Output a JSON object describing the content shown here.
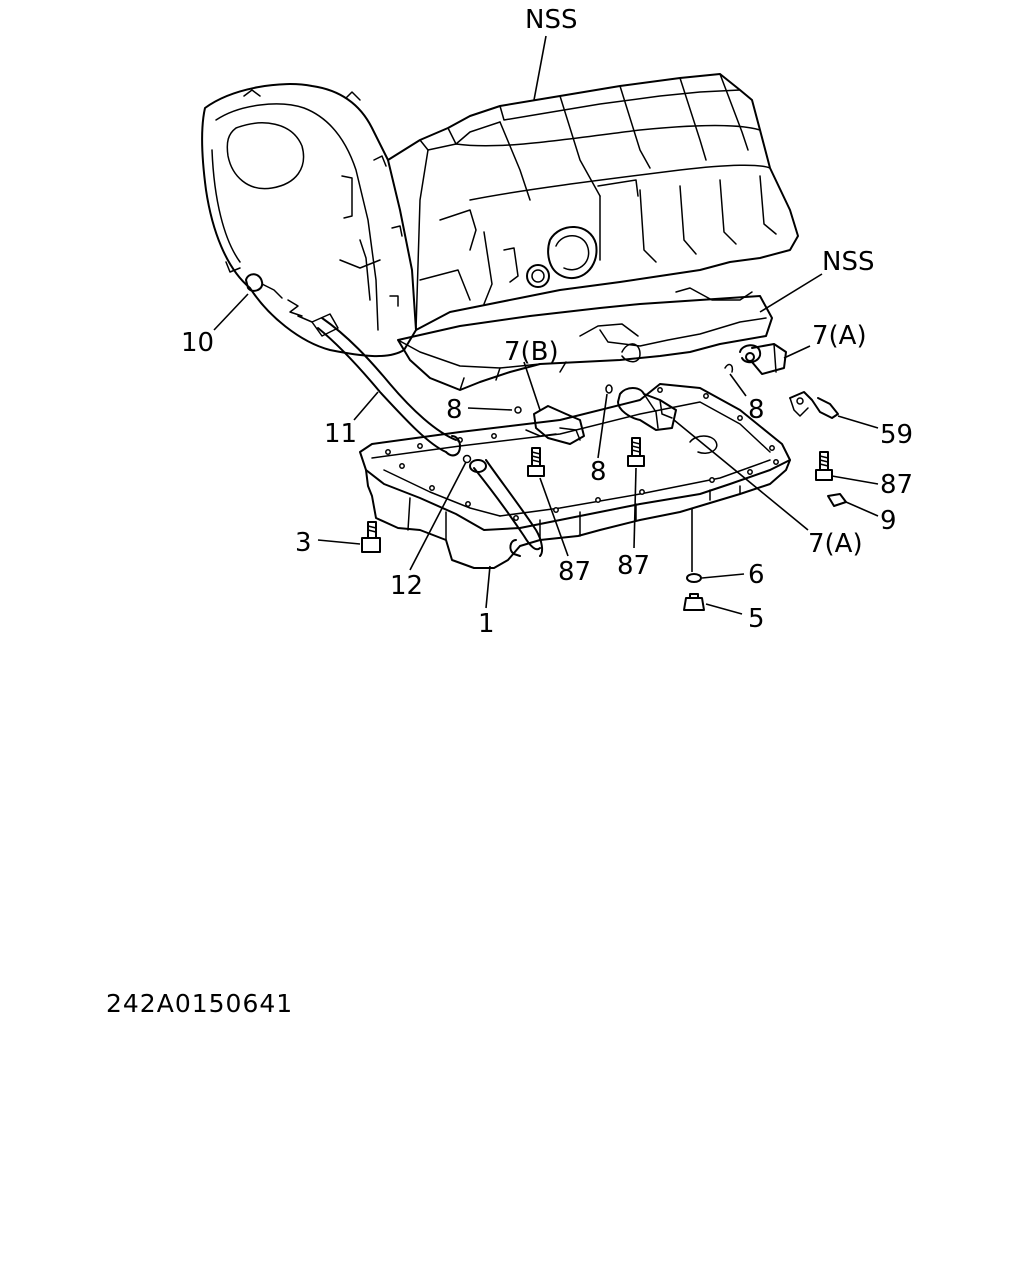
{
  "callouts": {
    "nss_top": "NSS",
    "nss_right": "NSS",
    "c10": "10",
    "c11": "11",
    "c7b": "7(B)",
    "c8_left": "8",
    "c8_mid": "8",
    "c8_right": "8",
    "c7a_top": "7(A)",
    "c59": "59",
    "c87_right": "87",
    "c9": "9",
    "c7a_bottom": "7(A)",
    "c6": "6",
    "c5": "5",
    "c3": "3",
    "c12": "12",
    "c87_mid_left": "87",
    "c87_mid_right": "87",
    "c1": "1"
  },
  "drawing_code": "242A0150641"
}
